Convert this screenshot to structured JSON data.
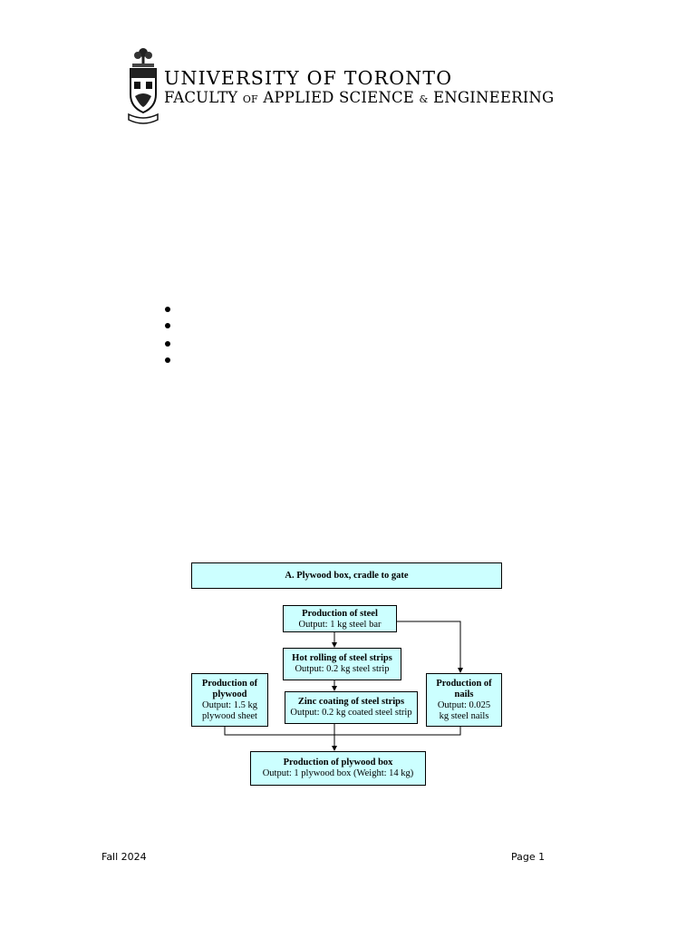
{
  "header": {
    "university": "UNIVERSITY OF TORONTO",
    "faculty_part1": "FACULTY",
    "faculty_of": "OF",
    "faculty_part2": "APPLIED SCIENCE",
    "faculty_amp": "&",
    "faculty_part3": "ENGINEERING"
  },
  "bullets": [
    "",
    "",
    "",
    ""
  ],
  "diagram": {
    "title": "A. Plywood box, cradle to gate",
    "steel": {
      "title": "Production of steel",
      "output": "Output: 1 kg steel bar"
    },
    "hot_rolling": {
      "title": "Hot rolling of steel strips",
      "output": "Output: 0.2 kg steel strip"
    },
    "zinc": {
      "title": "Zinc coating of steel strips",
      "output": "Output: 0.2 kg coated steel strip"
    },
    "plywood": {
      "title1": "Production of",
      "title2": "plywood",
      "output1": "Output: 1.5 kg",
      "output2": "plywood sheet"
    },
    "nails": {
      "title1": "Production of",
      "title2": "nails",
      "output1": "Output: 0.025",
      "output2": "kg steel nails"
    },
    "box": {
      "title": "Production of plywood box",
      "output": "Output: 1 plywood box (Weight: 14 kg)"
    }
  },
  "footer": {
    "left": "Fall 2024",
    "right": "Page 1"
  },
  "colors": {
    "box_fill": "#ccffff",
    "border": "#000000"
  }
}
